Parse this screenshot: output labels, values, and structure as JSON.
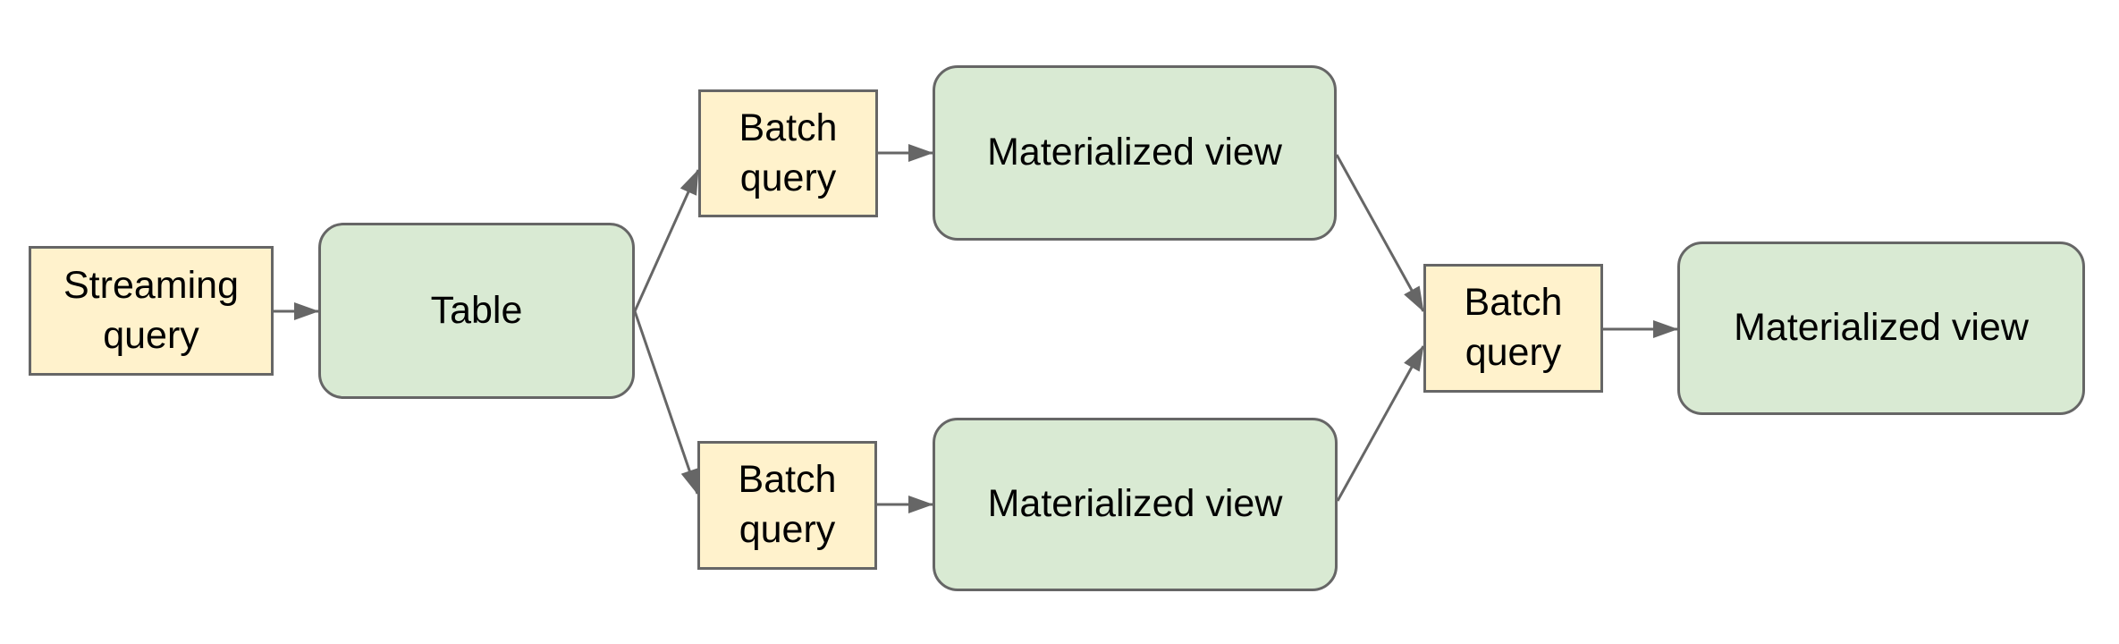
{
  "diagram": {
    "colors": {
      "query_fill": "#fff2cc",
      "store_fill": "#d9ead3",
      "border": "#666666",
      "connector": "#666666",
      "text": "#000000"
    },
    "nodes": [
      {
        "id": "streaming-query",
        "label": "Streaming query",
        "kind": "query"
      },
      {
        "id": "table",
        "label": "Table",
        "kind": "store"
      },
      {
        "id": "batch-top",
        "label": "Batch query",
        "kind": "query"
      },
      {
        "id": "mv-top",
        "label": "Materialized view",
        "kind": "store"
      },
      {
        "id": "batch-bottom",
        "label": "Batch query",
        "kind": "query"
      },
      {
        "id": "mv-bottom",
        "label": "Materialized view",
        "kind": "store"
      },
      {
        "id": "batch-right",
        "label": "Batch query",
        "kind": "query"
      },
      {
        "id": "mv-right",
        "label": "Materialized view",
        "kind": "store"
      }
    ],
    "edges": [
      {
        "from": "streaming-query",
        "to": "table"
      },
      {
        "from": "table",
        "to": "batch-top"
      },
      {
        "from": "batch-top",
        "to": "mv-top"
      },
      {
        "from": "table",
        "to": "batch-bottom"
      },
      {
        "from": "batch-bottom",
        "to": "mv-bottom"
      },
      {
        "from": "mv-top",
        "to": "batch-right"
      },
      {
        "from": "mv-bottom",
        "to": "batch-right"
      },
      {
        "from": "batch-right",
        "to": "mv-right"
      }
    ]
  }
}
